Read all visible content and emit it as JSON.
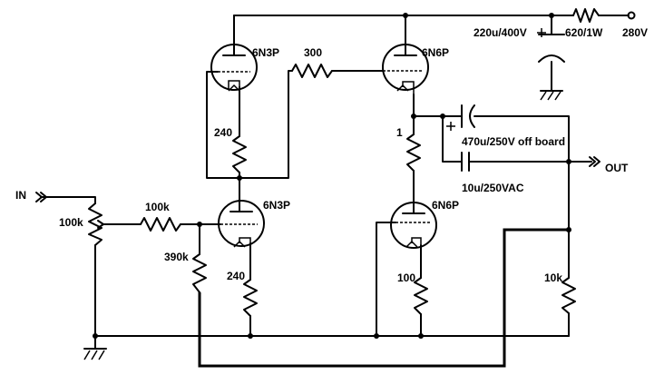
{
  "tubes": {
    "v1": "6N3P",
    "v2": "6N6P",
    "v3": "6N3P",
    "v4": "6N6P"
  },
  "resistors": {
    "r_coupling": "300",
    "r_v1_cathode": "240",
    "r_series": "620/1W",
    "r_v2_cathode": "1",
    "r_grid": "100k",
    "r_grid_leak": "390k",
    "r_v3_cathode": "240",
    "r_v4_cathode": "100",
    "r_load": "10k",
    "pot": "100k"
  },
  "capacitors": {
    "c_supply": "220u/400V",
    "c_out_main": "470u/250V off board",
    "c_out_film": "10u/250VAC"
  },
  "rails": {
    "supply": "280V"
  },
  "ports": {
    "input": "IN",
    "output": "OUT"
  }
}
